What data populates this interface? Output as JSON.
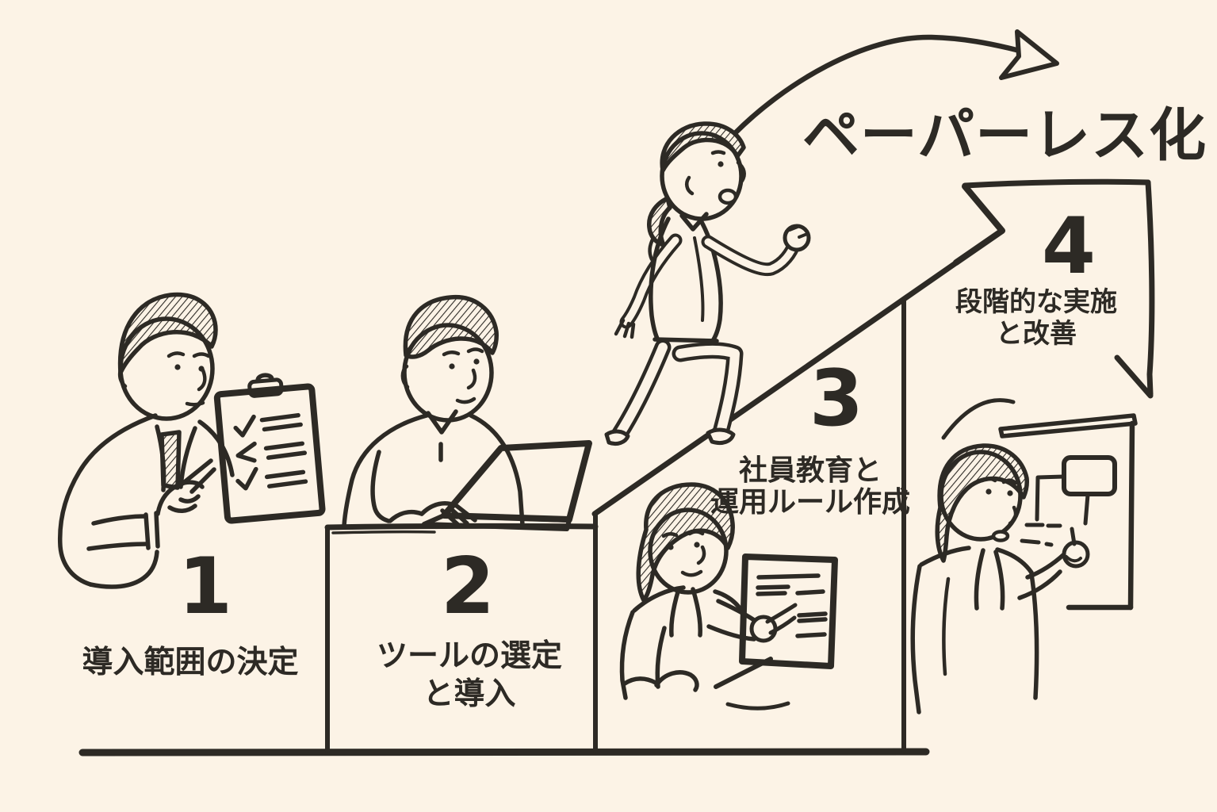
{
  "title": "ペーパーレス化",
  "steps": [
    {
      "number": "1",
      "label_lines": [
        "導入範囲の決定"
      ]
    },
    {
      "number": "2",
      "label_lines": [
        "ツールの選定",
        "と導入"
      ]
    },
    {
      "number": "3",
      "label_lines": [
        "社員教育と",
        "運用ルール作成"
      ]
    },
    {
      "number": "4",
      "label_lines": [
        "段階的な実施",
        "と改善"
      ]
    }
  ],
  "colors": {
    "background": "#fcf3e6",
    "ink": "#2d2a25"
  },
  "illustrations": {
    "step1_figure": "man-pointing-at-checklist-clipboard",
    "step2_figure": "man-typing-on-laptop",
    "step3_figure": "woman-pointing-at-document",
    "step4_figure": "woman-presenting-whiteboard",
    "center_figure": "woman-running-up-staircase",
    "arrow_icons": [
      "curved-arrow-to-title-icon",
      "staircase-big-arrow-icon",
      "down-arrow-to-whiteboard-icon"
    ]
  }
}
